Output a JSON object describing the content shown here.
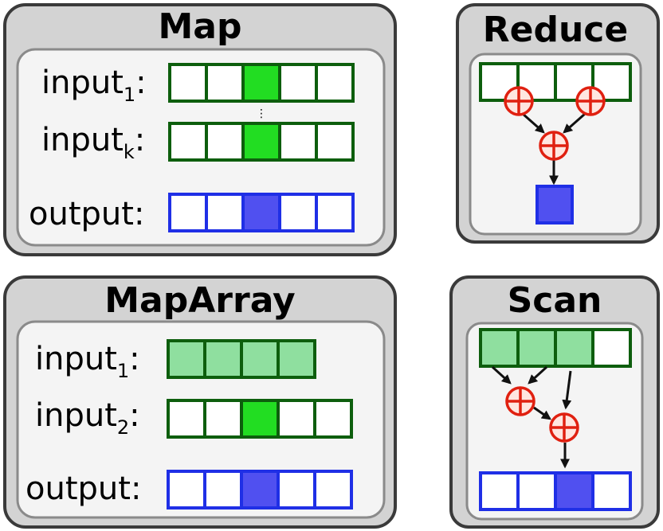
{
  "panels": {
    "map": {
      "title": "Map",
      "input_first": "input",
      "input_first_sub": "1",
      "input_last": "input",
      "input_last_sub": "k",
      "output": "output",
      "colon": ":",
      "ellipsis": "⋮"
    },
    "reduce": {
      "title": "Reduce"
    },
    "maparray": {
      "title": "MapArray",
      "input_first": "input",
      "input_first_sub": "1",
      "input_second": "input",
      "input_second_sub": "2",
      "output": "output",
      "colon": ":"
    },
    "scan": {
      "title": "Scan"
    }
  },
  "colors": {
    "green_border": "#0d5e0d",
    "green_highlight": "#22dd22",
    "green_light": "#8fdf9f",
    "blue_border": "#1f2fe6",
    "blue_highlight": "#5050f0",
    "operator_red": "#e02010"
  },
  "icons": {
    "operator": "circled-plus-icon"
  }
}
